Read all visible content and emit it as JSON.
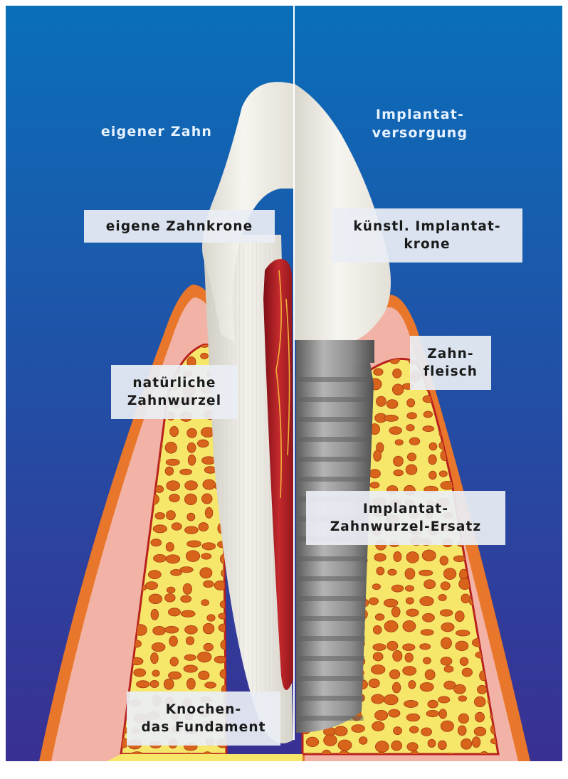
{
  "headings": {
    "left": "eigener Zahn",
    "right": "Implantat-\nversorgung"
  },
  "labels": {
    "natural_crown": "eigene Zahnkrone",
    "implant_crown": "künstl. Implantat-\nkrone",
    "gum": "Zahn-\nfleisch",
    "natural_root": "natürliche\nZahnwurzel",
    "implant_root": "Implantat-\nZahnwurzel-Ersatz",
    "bone": "Knochen-\ndas Fundament"
  },
  "colors": {
    "sky_top": "#0a6fb9",
    "sky_bottom": "#3a2f92",
    "gum_pink": "#f2b3a6",
    "gum_orange": "#e8772c",
    "bone_yellow": "#f6e66a",
    "bone_pore": "#d8631a",
    "bone_line": "#b8201e",
    "enamel": "#f2f0ea",
    "pulp": "#a5161c",
    "implant": "#8a8a8a"
  }
}
